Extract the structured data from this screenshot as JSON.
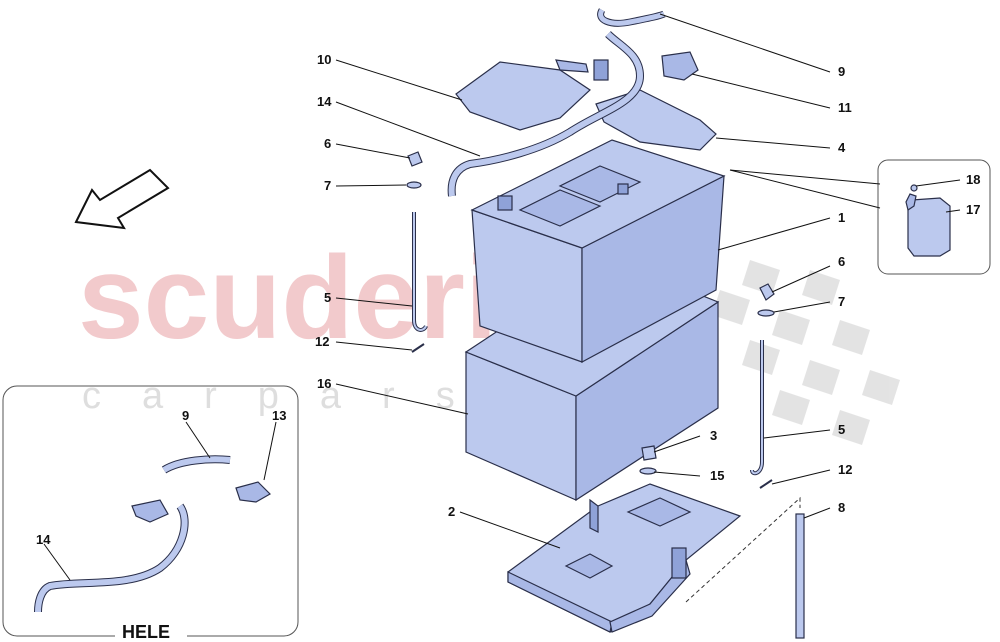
{
  "watermark": {
    "brand": "scuderia",
    "sub": "carpars"
  },
  "inset_label": "HELE",
  "callouts": [
    {
      "id": "c10",
      "text": "10"
    },
    {
      "id": "c14a",
      "text": "14"
    },
    {
      "id": "c6a",
      "text": "6"
    },
    {
      "id": "c7a",
      "text": "7"
    },
    {
      "id": "c5a",
      "text": "5"
    },
    {
      "id": "c12a",
      "text": "12"
    },
    {
      "id": "c16",
      "text": "16"
    },
    {
      "id": "c9a",
      "text": "9"
    },
    {
      "id": "c11",
      "text": "11"
    },
    {
      "id": "c4",
      "text": "4"
    },
    {
      "id": "c18",
      "text": "18"
    },
    {
      "id": "c17",
      "text": "17"
    },
    {
      "id": "c1",
      "text": "1"
    },
    {
      "id": "c6b",
      "text": "6"
    },
    {
      "id": "c7b",
      "text": "7"
    },
    {
      "id": "c5b",
      "text": "5"
    },
    {
      "id": "c12b",
      "text": "12"
    },
    {
      "id": "c8",
      "text": "8"
    },
    {
      "id": "c3",
      "text": "3"
    },
    {
      "id": "c15",
      "text": "15"
    },
    {
      "id": "c2",
      "text": "2"
    },
    {
      "id": "c9b",
      "text": "9"
    },
    {
      "id": "c13",
      "text": "13"
    },
    {
      "id": "c14b",
      "text": "14"
    }
  ],
  "colors": {
    "part_fill": "#bcc9ee",
    "outline": "#2a2f4a",
    "watermark_red": "#e8a0a4"
  },
  "icons": [
    "direction-arrow-icon"
  ]
}
